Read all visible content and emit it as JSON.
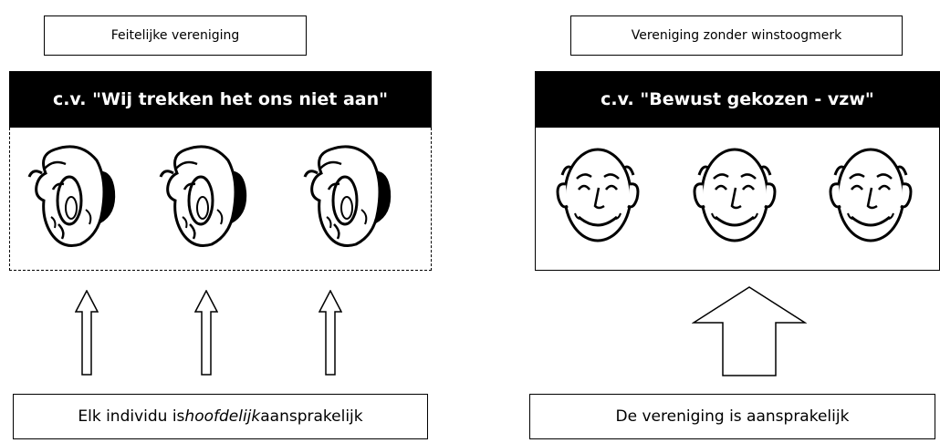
{
  "left": {
    "label": "Feitelijke vereniging",
    "banner": "c.v. \"Wij trekken het ons niet aan\"",
    "statement": {
      "before": "Elk individu is ",
      "emphasis": "hoofdelijk",
      "after": " aansprakelijk"
    }
  },
  "right": {
    "label": "Vereniging zonder winstoogmerk",
    "banner": "c.v. \"Bewust gekozen - vzw\"",
    "statement": "De vereniging is aansprakelijk"
  }
}
